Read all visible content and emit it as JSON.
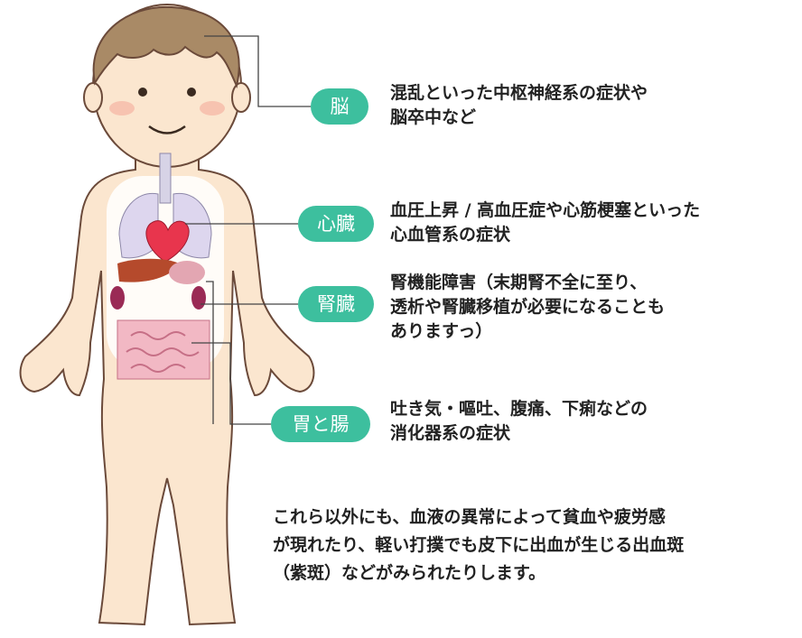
{
  "organs": [
    {
      "label": "脳",
      "lines": [
        "混乱といった中枢神経系の症状や",
        "脳卒中など"
      ]
    },
    {
      "label": "心臓",
      "lines": [
        "血圧上昇 / 高血圧症や心筋梗塞といった",
        "心血管系の症状"
      ]
    },
    {
      "label": "腎臓",
      "lines": [
        "腎機能障害（末期腎不全に至り、",
        "透析や腎臓移植が必要になることも",
        "ありますっ）"
      ]
    },
    {
      "label": "胃と腸",
      "lines": [
        "吐き気・嘔吐、腹痛、下痢などの",
        "消化器系の症状"
      ]
    }
  ],
  "footnote": [
    "これら以外にも、血液の異常によって貧血や疲労感",
    "が現れたり、軽い打撲でも皮下に出血が生じる出血斑",
    "（紫斑）などがみられたりします。"
  ],
  "colors": {
    "pill": "#3dbf9e",
    "skin": "#fbe6cf",
    "outline": "#6b4a3a",
    "hair": "#a98a66",
    "line": "#444444"
  }
}
